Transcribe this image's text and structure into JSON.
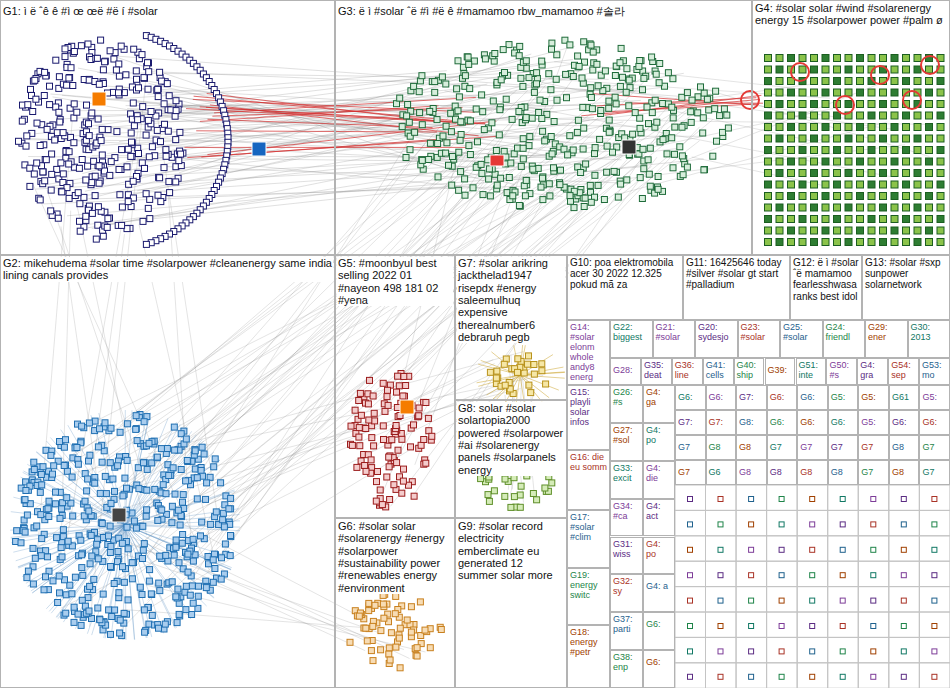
{
  "diagram": {
    "nodes": [
      {
        "text": [
          "G1: ì ë ˆê ê #ì œ œë #ë í #solar"
        ]
      },
      {
        "text": [
          "G3: ë ì #solar ˆë #ì #ë ê #mamamoo rbw_mamamoo #솔라"
        ]
      },
      {
        "text": [
          "G4: #solar solar #wind #solarenergy energy 15 #solarpower power #palm ø"
        ]
      },
      {
        "text": [
          "G2: mikehudema #solar time #solarpower #cleanenergy same india lining canals provides"
        ]
      },
      {
        "text": [
          "G5: #moonbyul best selling 2022 01 #nayeon 498 181 02 #yena"
        ]
      },
      {
        "text": [
          "G7: #solar arikring jackthelad1947 risepdx #energy saleemulhuq expensive therealnumber6 debraruh pegb"
        ]
      },
      {
        "text": [
          "G8: solar #solar solartopia2000 powered #solarpower #ai #solarenergy panels #solarpanels energy"
        ]
      },
      {
        "text": [
          "G6: #solar solar #solarenergy #energy #solarpower #sustainability power #renewables energy #environment"
        ]
      },
      {
        "text": [
          "G9: #solar record electricity emberclimate eu generated 12 summer solar more"
        ]
      },
      {
        "text": [
          "G10: poa elektromobila acer 30 2022 12.325 pokud mã za"
        ]
      },
      {
        "text": [
          "G11: 16425646 today #silver #solar gt start #palladium"
        ]
      },
      {
        "text": [
          "G12: ë ì #solar ˆë mamamoo fearlesshwasa ranks best idol"
        ]
      },
      {
        "text": [
          "G13: #solar #sxp sunpower solarnetwork"
        ]
      },
      {
        "text": [
          "G14: #solar elonm whole andy8 energ"
        ]
      },
      {
        "text": [
          "G15: playli solar infos"
        ]
      },
      {
        "text": [
          "G16: die eu somm"
        ]
      },
      {
        "text": [
          "G17: #solar #clim"
        ]
      },
      {
        "text": [
          "G19: energy switc"
        ]
      },
      {
        "text": [
          "G18: energy #petr"
        ]
      },
      {
        "text": [
          "G22: biggest"
        ]
      },
      {
        "text": [
          "G21: #solar"
        ]
      },
      {
        "text": [
          "G20: sydesjo"
        ]
      },
      {
        "text": [
          "G23: #solar"
        ]
      },
      {
        "text": [
          "G25: #solar"
        ]
      },
      {
        "text": [
          "G24: friendl"
        ]
      },
      {
        "text": [
          "G29: ener"
        ]
      },
      {
        "text": [
          "G30: 2013"
        ]
      },
      {
        "text": [
          "G28:"
        ]
      },
      {
        "text": [
          "G35: deat"
        ]
      },
      {
        "text": [
          "G36: line"
        ]
      },
      {
        "text": [
          "G41: cells"
        ]
      },
      {
        "text": [
          "G40: ship"
        ]
      },
      {
        "text": [
          "G39:"
        ]
      },
      {
        "text": [
          "G51: inte"
        ]
      },
      {
        "text": [
          "G50: #s"
        ]
      },
      {
        "text": [
          "G4: gra"
        ]
      },
      {
        "text": [
          "G54: sep"
        ]
      },
      {
        "text": [
          "G53: mo"
        ]
      },
      {
        "text": [
          "G26: #s"
        ]
      },
      {
        "text": [
          "G27: #sol"
        ]
      },
      {
        "text": [
          "G33: excit"
        ]
      },
      {
        "text": [
          "G34: #ca"
        ]
      },
      {
        "text": [
          "G31: wiss"
        ]
      },
      {
        "text": [
          "G32: sy"
        ]
      },
      {
        "text": [
          "G37: parti"
        ]
      },
      {
        "text": [
          "G38: enp"
        ]
      },
      {
        "text": [
          "G4: ga"
        ]
      },
      {
        "text": [
          "G4: po"
        ]
      },
      {
        "text": [
          "G4: die"
        ]
      },
      {
        "text": [
          "G4: act"
        ]
      },
      {
        "text": [
          "G4: po"
        ]
      },
      {
        "text": [
          "G4: a"
        ]
      },
      {
        "text": [
          "G6:"
        ]
      },
      {
        "text": [
          "G6:"
        ]
      },
      {
        "text": [
          "G6:"
        ]
      },
      {
        "text": [
          "G6:"
        ]
      },
      {
        "text": [
          "G7:"
        ]
      },
      {
        "text": [
          "G6:"
        ]
      },
      {
        "text": [
          "G6:"
        ]
      },
      {
        "text": [
          "G5:"
        ]
      },
      {
        "text": [
          "G5:"
        ]
      },
      {
        "text": [
          "G61"
        ]
      },
      {
        "text": [
          "G5:"
        ]
      },
      {
        "text": [
          "G7:"
        ]
      },
      {
        "text": [
          "G7:"
        ]
      },
      {
        "text": [
          "G8:"
        ]
      },
      {
        "text": [
          "G6:"
        ]
      },
      {
        "text": [
          "G6:"
        ]
      },
      {
        "text": [
          "G6:"
        ]
      },
      {
        "text": [
          "G5:"
        ]
      },
      {
        "text": [
          "G6:"
        ]
      },
      {
        "text": [
          "G6:"
        ]
      },
      {
        "text": [
          "G7"
        ]
      },
      {
        "text": [
          "G8"
        ]
      },
      {
        "text": [
          "G8"
        ]
      },
      {
        "text": [
          "G7"
        ]
      },
      {
        "text": [
          "G7"
        ]
      },
      {
        "text": [
          "G7"
        ]
      },
      {
        "text": [
          "G7"
        ]
      },
      {
        "text": [
          "G8"
        ]
      },
      {
        "text": [
          "G7"
        ]
      },
      {
        "text": [
          "G7"
        ]
      },
      {
        "text": [
          "G6"
        ]
      },
      {
        "text": [
          "G8"
        ]
      },
      {
        "text": [
          "G8"
        ]
      },
      {
        "text": [
          "G8"
        ]
      },
      {
        "text": [
          "G8"
        ]
      },
      {
        "text": [
          "G7"
        ]
      },
      {
        "text": [
          "G8"
        ]
      },
      {
        "text": [
          "G7"
        ]
      }
    ]
  }
}
